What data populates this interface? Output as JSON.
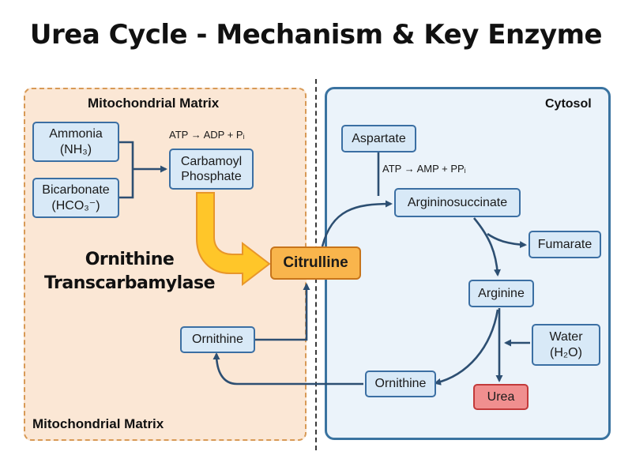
{
  "title": "Urea Cycle - Mechanism & Key Enzyme",
  "regions": {
    "mito_top_label": "Mitochondrial Matrix",
    "mito_bottom_label": "Mitochondrial Matrix",
    "cytosol_label": "Cytosol"
  },
  "enzyme": {
    "line1": "Ornithine",
    "line2": "Transcarbamylase"
  },
  "nodes": {
    "ammonia": "Ammonia\n(NH₃)",
    "bicarbonate": "Bicarbonate\n(HCO₃⁻)",
    "carbamoyl_phosphate": "Carbamoyl\nPhosphate",
    "citrulline": "Citrulline",
    "ornithine_mito": "Ornithine",
    "aspartate": "Aspartate",
    "argininosuccinate": "Argininosuccinate",
    "fumarate": "Fumarate",
    "arginine": "Arginine",
    "water": "Water\n(H₂O)",
    "ornithine_cyto": "Ornithine",
    "urea": "Urea"
  },
  "annotations": {
    "atp_adp": "ATP → ADP + Pᵢ",
    "atp_amp": "ATP → AMP + PPᵢ"
  },
  "colors": {
    "box_fill": "#d8e9f7",
    "box_border": "#3b6fa3",
    "arrow": "#2d4f72",
    "citrulline_fill": "#f9b54c",
    "urea_fill": "#f08f8f",
    "mito_fill": "#fbe7d5",
    "cytosol_fill": "#ebf3fa",
    "highlight_arrow": "#ffc629"
  }
}
